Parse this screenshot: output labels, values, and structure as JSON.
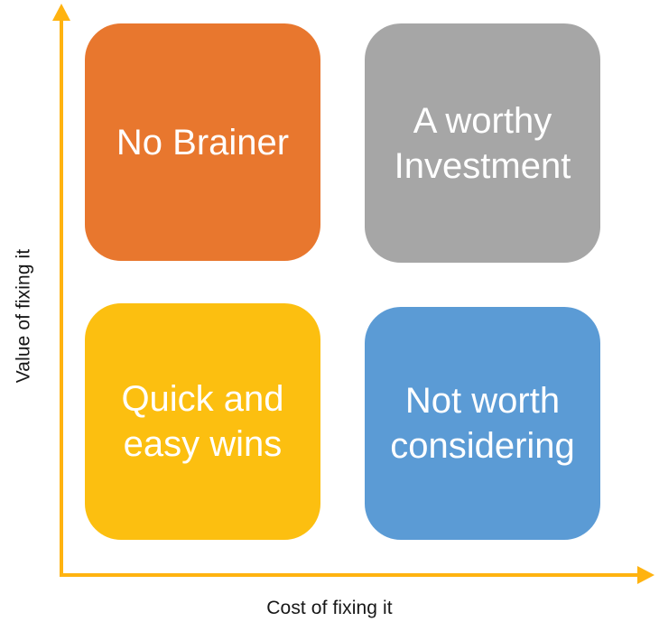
{
  "chart_data": {
    "type": "matrix",
    "title": "",
    "xlabel": "Cost of fixing it",
    "ylabel": "Value of fixing it",
    "grid": false,
    "legend": "none",
    "axis_color": "#FFB310",
    "quadrants": [
      {
        "id": "no-brainer",
        "label": "No Brainer",
        "x_level": "low",
        "y_level": "high",
        "color": "#E8772E",
        "position": "top-left"
      },
      {
        "id": "worthy-investment",
        "label": "A worthy\nInvestment",
        "x_level": "high",
        "y_level": "high",
        "color": "#A6A6A6",
        "position": "top-right"
      },
      {
        "id": "quick-wins",
        "label": "Quick and\neasy wins",
        "x_level": "low",
        "y_level": "low",
        "color": "#FCBF10",
        "position": "bottom-left"
      },
      {
        "id": "not-worth",
        "label": "Not worth\nconsidering",
        "x_level": "high",
        "y_level": "low",
        "color": "#5B9BD5",
        "position": "bottom-right"
      }
    ]
  },
  "axes": {
    "y_title": "Value of fixing it",
    "x_title": "Cost of fixing it",
    "y_arrow_icon": "arrow-up-icon",
    "x_arrow_icon": "arrow-right-icon"
  },
  "quadrants": {
    "top_left": {
      "label": "No Brainer",
      "color": "#E8772E"
    },
    "top_right": {
      "label": "A worthy\nInvestment",
      "color": "#A6A6A6"
    },
    "bottom_left": {
      "label": "Quick and\neasy wins",
      "color": "#FCBF10"
    },
    "bottom_right": {
      "label": "Not worth\nconsidering",
      "color": "#5B9BD5"
    }
  }
}
